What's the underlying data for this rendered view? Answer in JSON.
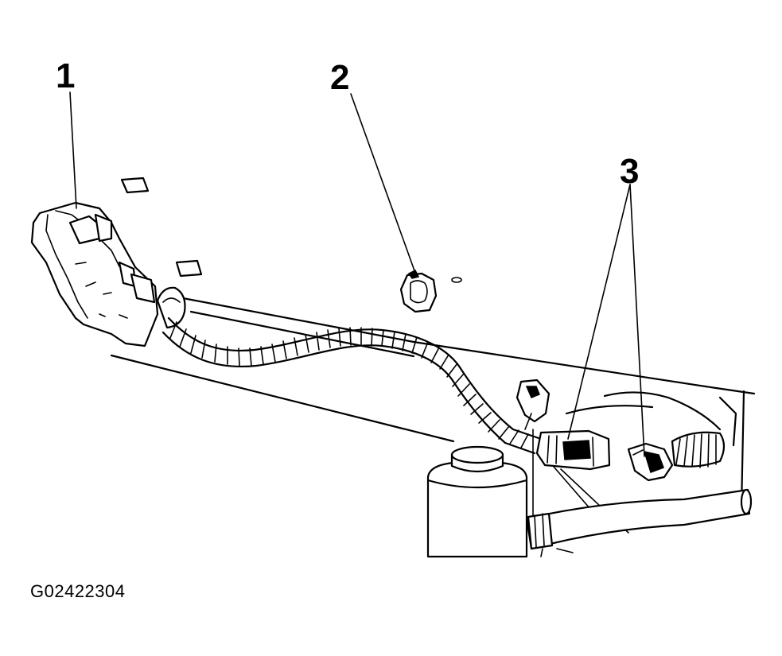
{
  "callouts": {
    "one": "1",
    "two": "2",
    "three": "3"
  },
  "figure_id": "G02422304",
  "icons": {
    "module": "electronic-control-module-icon",
    "clip": "harness-clip-icon",
    "connectors": "electrical-connector-icon",
    "reservoir": "fluid-reservoir-icon"
  }
}
